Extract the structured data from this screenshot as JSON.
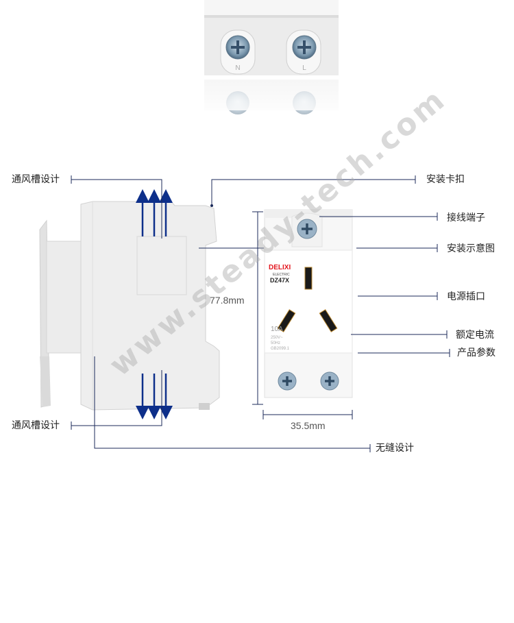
{
  "top_photo": {
    "terminal_left": "N",
    "terminal_right": "L"
  },
  "labels": {
    "vent_top": "通风槽设计",
    "vent_bottom": "通风槽设计",
    "clip": "安装卡扣",
    "terminal": "接线端子",
    "install_diagram": "安装示意图",
    "socket": "电源插口",
    "rated_current": "额定电流",
    "params": "产品参数",
    "seamless": "无缝设计"
  },
  "dimensions": {
    "height": "77.8mm",
    "width": "35.5mm"
  },
  "product": {
    "brand": "DELIXI",
    "brand_sub": "ELECTRIC",
    "model": "DZ47X",
    "rating": "10A",
    "voltage": "250V~",
    "frequency": "50Hz",
    "standard": "GB2099.1"
  },
  "watermark": "www.steady-tech.com",
  "colors": {
    "arrow": "#0d2f8a",
    "brand_red": "#e3171f",
    "line": "#1b2a5a"
  }
}
